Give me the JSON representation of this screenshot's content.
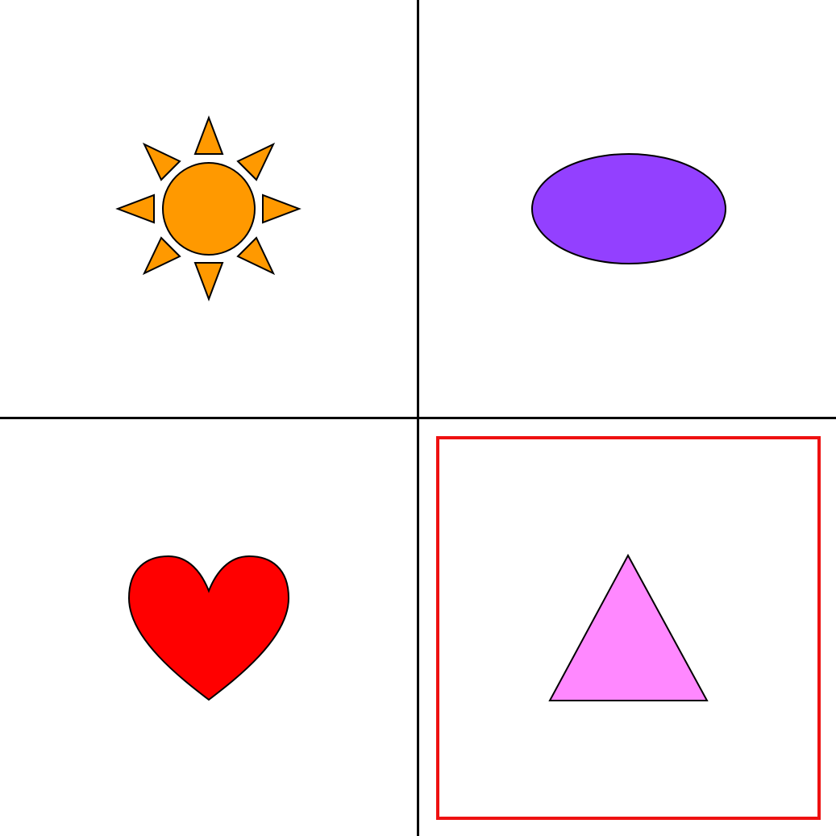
{
  "grid": {
    "cells": [
      {
        "shape": "sun",
        "fill": "#ff9900",
        "selected": false
      },
      {
        "shape": "ellipse",
        "fill": "#9340ff",
        "selected": false
      },
      {
        "shape": "heart",
        "fill": "#ff0000",
        "selected": false
      },
      {
        "shape": "triangle",
        "fill": "#ff88ff",
        "selected": true
      }
    ],
    "divider_color": "#000000",
    "selection_color": "#ee1111",
    "outline_color": "#000000"
  }
}
